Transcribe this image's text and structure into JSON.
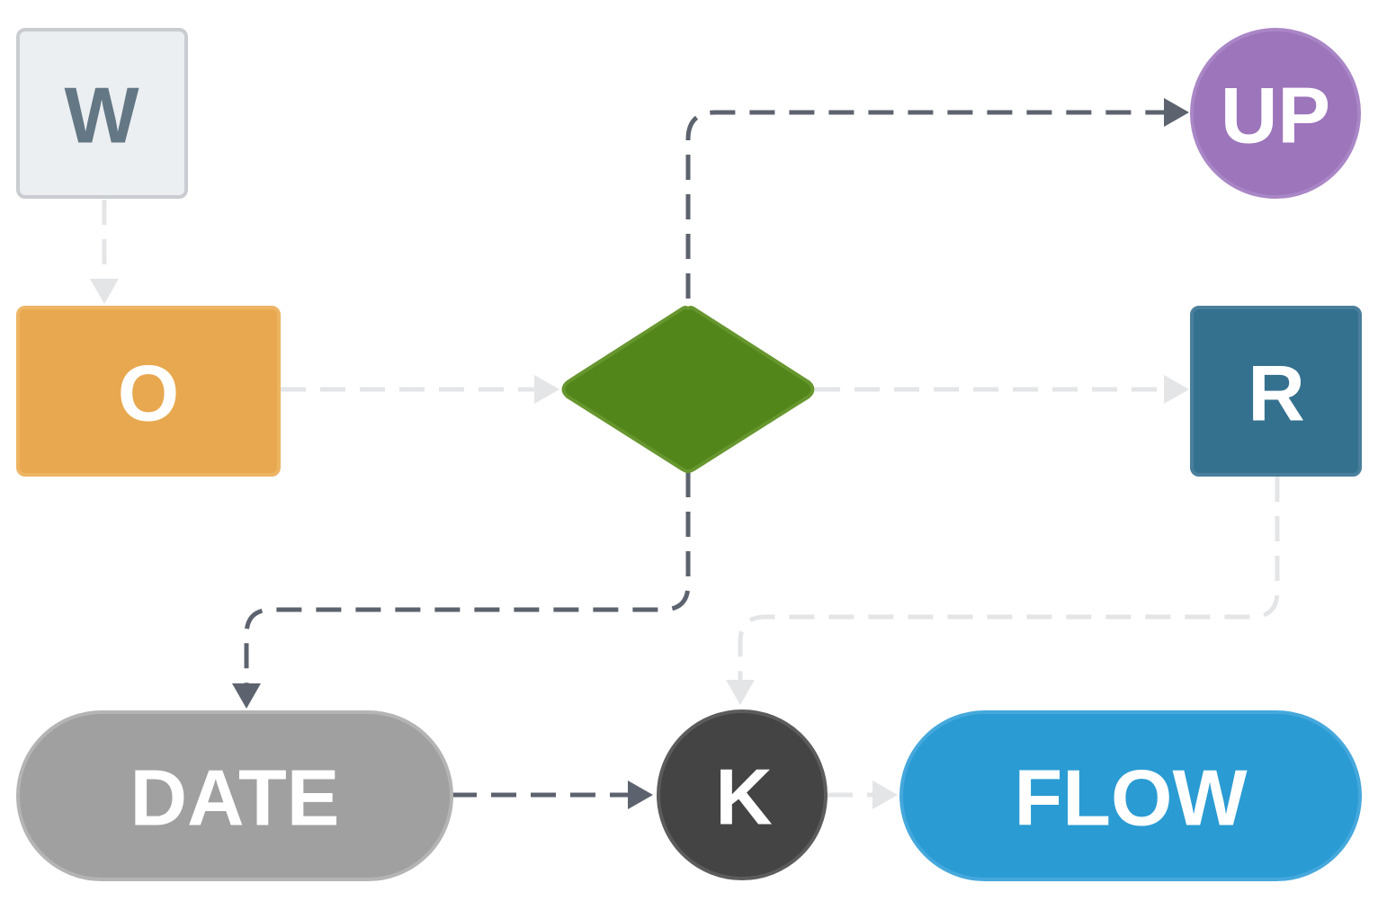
{
  "nodes": {
    "w": {
      "label": "W",
      "fill": "#eceff2",
      "stroke": "#c9ccd0",
      "text_color": "#637784"
    },
    "o": {
      "label": "O",
      "fill": "#e8a84f",
      "stroke": "#edb463",
      "text_color": "#ffffff"
    },
    "decision": {
      "label": "",
      "fill": "#52861b",
      "stroke": "#67962f",
      "text_color": "#ffffff"
    },
    "up": {
      "label": "UP",
      "fill": "#9c75bb",
      "stroke": "#a986c6",
      "text_color": "#ffffff"
    },
    "r": {
      "label": "R",
      "fill": "#34718f",
      "stroke": "#4a7f9b",
      "text_color": "#ffffff"
    },
    "date": {
      "label": "DATE",
      "fill": "#a0a0a0",
      "stroke": "#b4b4b4",
      "text_color": "#ffffff"
    },
    "k": {
      "label": "K",
      "fill": "#444444",
      "stroke": "#5c5c5c",
      "text_color": "#ffffff"
    },
    "flow": {
      "label": "FLOW",
      "fill": "#2a9bd3",
      "stroke": "#45a8dc",
      "text_color": "#ffffff"
    }
  },
  "edge_colors": {
    "dark": "#5d636e",
    "light": "#e3e5e7"
  }
}
